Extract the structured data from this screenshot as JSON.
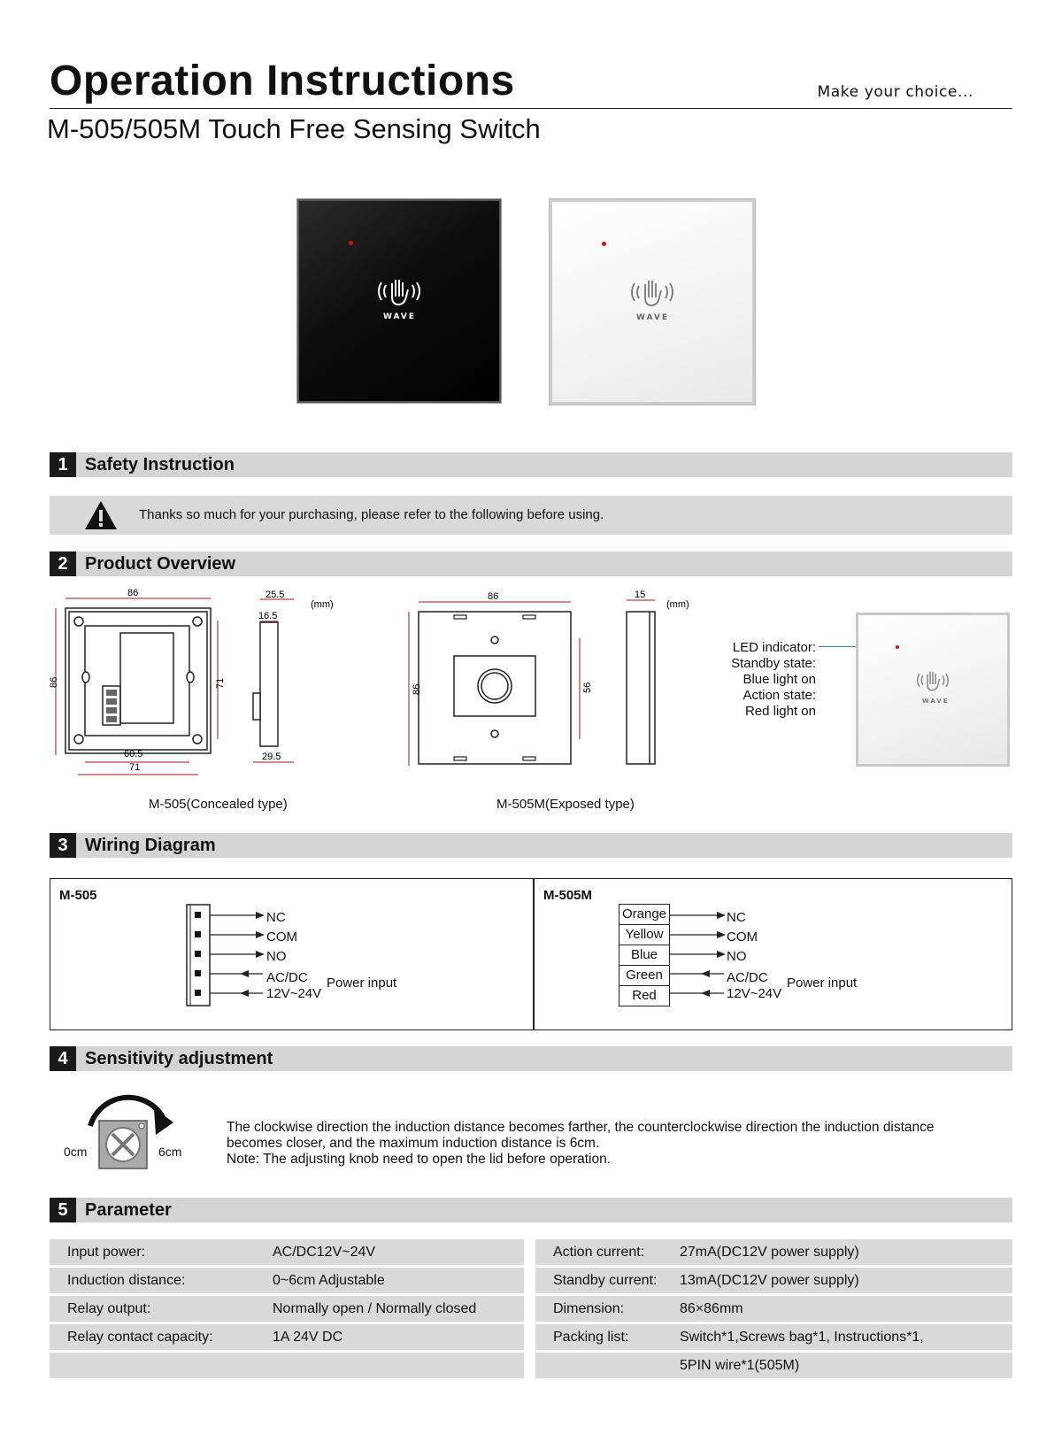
{
  "header": {
    "title": "Operation Instructions",
    "tagline": "Make your choice...",
    "subtitle": "M-505/505M  Touch Free Sensing Switch"
  },
  "panels": {
    "wave_label": "WAVE"
  },
  "sections": [
    {
      "num": "1",
      "title": "Safety Instruction"
    },
    {
      "num": "2",
      "title": "Product Overview"
    },
    {
      "num": "3",
      "title": "Wiring Diagram"
    },
    {
      "num": "4",
      "title": "Sensitivity adjustment"
    },
    {
      "num": "5",
      "title": "Parameter"
    }
  ],
  "safety": {
    "notice": "Thanks so much for your purchasing, please refer to the following before using."
  },
  "overview": {
    "unit": "(mm)",
    "m505_dims": {
      "width": "86",
      "height": "86",
      "inner_h": "71",
      "inner_w1": "60.5",
      "inner_w2": "71",
      "depth1": "25.5",
      "depth2": "16.5",
      "depth3": "29.5"
    },
    "m505m_dims": {
      "width": "86",
      "height": "86",
      "inner_h": "56",
      "depth": "15"
    },
    "m505_caption": "M-505(Concealed type)",
    "m505m_caption": "M-505M(Exposed type)",
    "led_lines": [
      "LED indicator:",
      "Standby state:",
      "Blue light on",
      "Action state:",
      "Red light on"
    ]
  },
  "wiring": {
    "left_model": "M-505",
    "right_model": "M-505M",
    "terminals": [
      "NC",
      "COM",
      "NO",
      "AC/DC",
      "12V~24V"
    ],
    "power_label": "Power input",
    "wire_colors": [
      "Orange",
      "Yellow",
      "Blue",
      "Green",
      "Red"
    ]
  },
  "sensitivity": {
    "min_label": "0cm",
    "max_label": "6cm",
    "line1": "The clockwise direction the induction distance becomes farther, the counterclockwise direction the induction distance",
    "line2": "becomes closer, and the maximum induction distance is 6cm.",
    "line3": "Note: The adjusting knob need to open the lid before operation."
  },
  "parameters": {
    "left": [
      {
        "label": "Input power:",
        "value": "AC/DC12V~24V"
      },
      {
        "label": "Induction distance:",
        "value": "0~6cm Adjustable"
      },
      {
        "label": "Relay output:",
        "value": "Normally open / Normally closed"
      },
      {
        "label": "Relay contact capacity:",
        "value": "1A 24V DC"
      },
      {
        "label": "",
        "value": ""
      }
    ],
    "right": [
      {
        "label": "Action current:",
        "value": "27mA(DC12V power supply)"
      },
      {
        "label": "Standby current:",
        "value": "13mA(DC12V power supply)"
      },
      {
        "label": "Dimension:",
        "value": "86×86mm"
      },
      {
        "label": "Packing list:",
        "value": "Switch*1,Screws bag*1, Instructions*1,"
      },
      {
        "label": "",
        "value": "5PIN wire*1(505M)"
      }
    ]
  },
  "colors": {
    "section_bar": "#d4d4d4",
    "section_num_bg": "#1a1a1a",
    "led_red": "#dd1111",
    "led_line": "#3a7fc1",
    "dim_red": "#9b1b1b"
  }
}
